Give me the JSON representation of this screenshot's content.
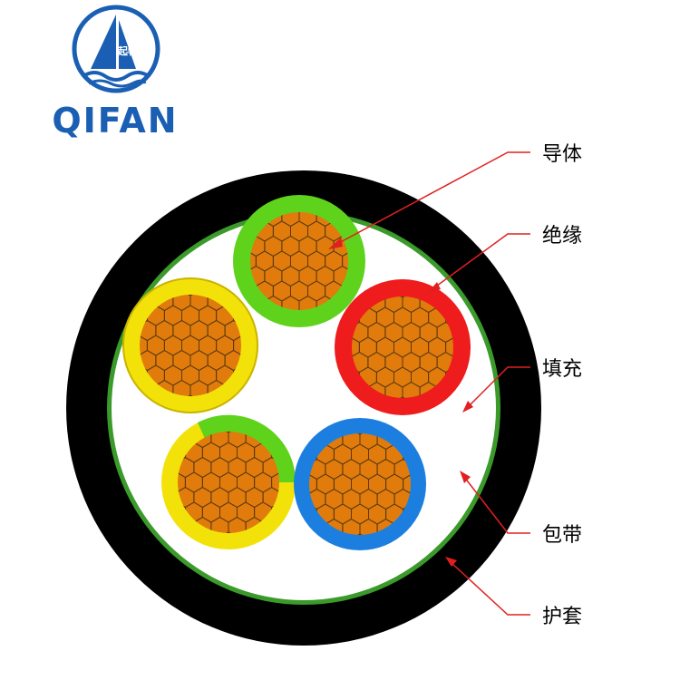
{
  "brand": {
    "name": "QIFAN",
    "logo_glyph": "起帆",
    "colors": {
      "primary": "#1a5fb4"
    }
  },
  "diagram": {
    "labels": {
      "conductor": "导体",
      "insulation": "绝缘",
      "filler": "填充",
      "wrapping_tape": "包带",
      "sheath": "护套"
    },
    "colors": {
      "sheath": "#000000",
      "wrapping_tape": "#3a9a2a",
      "filler": "#ffffff",
      "copper": "#e07b0c",
      "copper_lines": "#5a3a10",
      "callout_line": "#e02020",
      "insulation_green": "#5fd31c",
      "insulation_yellow": "#f3e20a",
      "insulation_red": "#ee1c1c",
      "insulation_blue": "#1c7fe0",
      "insulation_yellow_green": "#f3e20a"
    },
    "cores": [
      {
        "name": "core-green",
        "insulation": "green"
      },
      {
        "name": "core-red",
        "insulation": "red"
      },
      {
        "name": "core-blue",
        "insulation": "blue"
      },
      {
        "name": "core-yellow-green",
        "insulation": "yellow-green"
      },
      {
        "name": "core-yellow",
        "insulation": "yellow"
      }
    ]
  }
}
